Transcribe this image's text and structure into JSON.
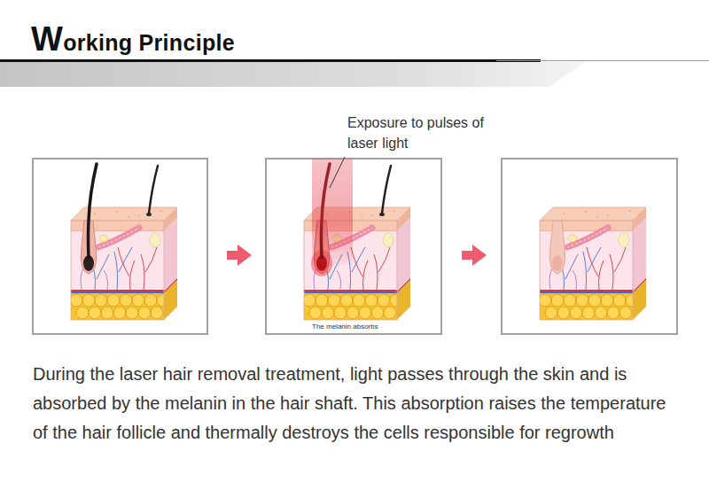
{
  "diagram": {
    "title": "Working Principle",
    "caption": "During the laser hair removal treatment, light passes through the skin and is absorbed by the melanin in the hair shaft. This absorption raises the temperature of the hair follicle and thermally destroys the cells responsible for regrowth",
    "labels": [
      "Exposure to pulses of laser light",
      "The melanin absorbs"
    ]
  }
}
